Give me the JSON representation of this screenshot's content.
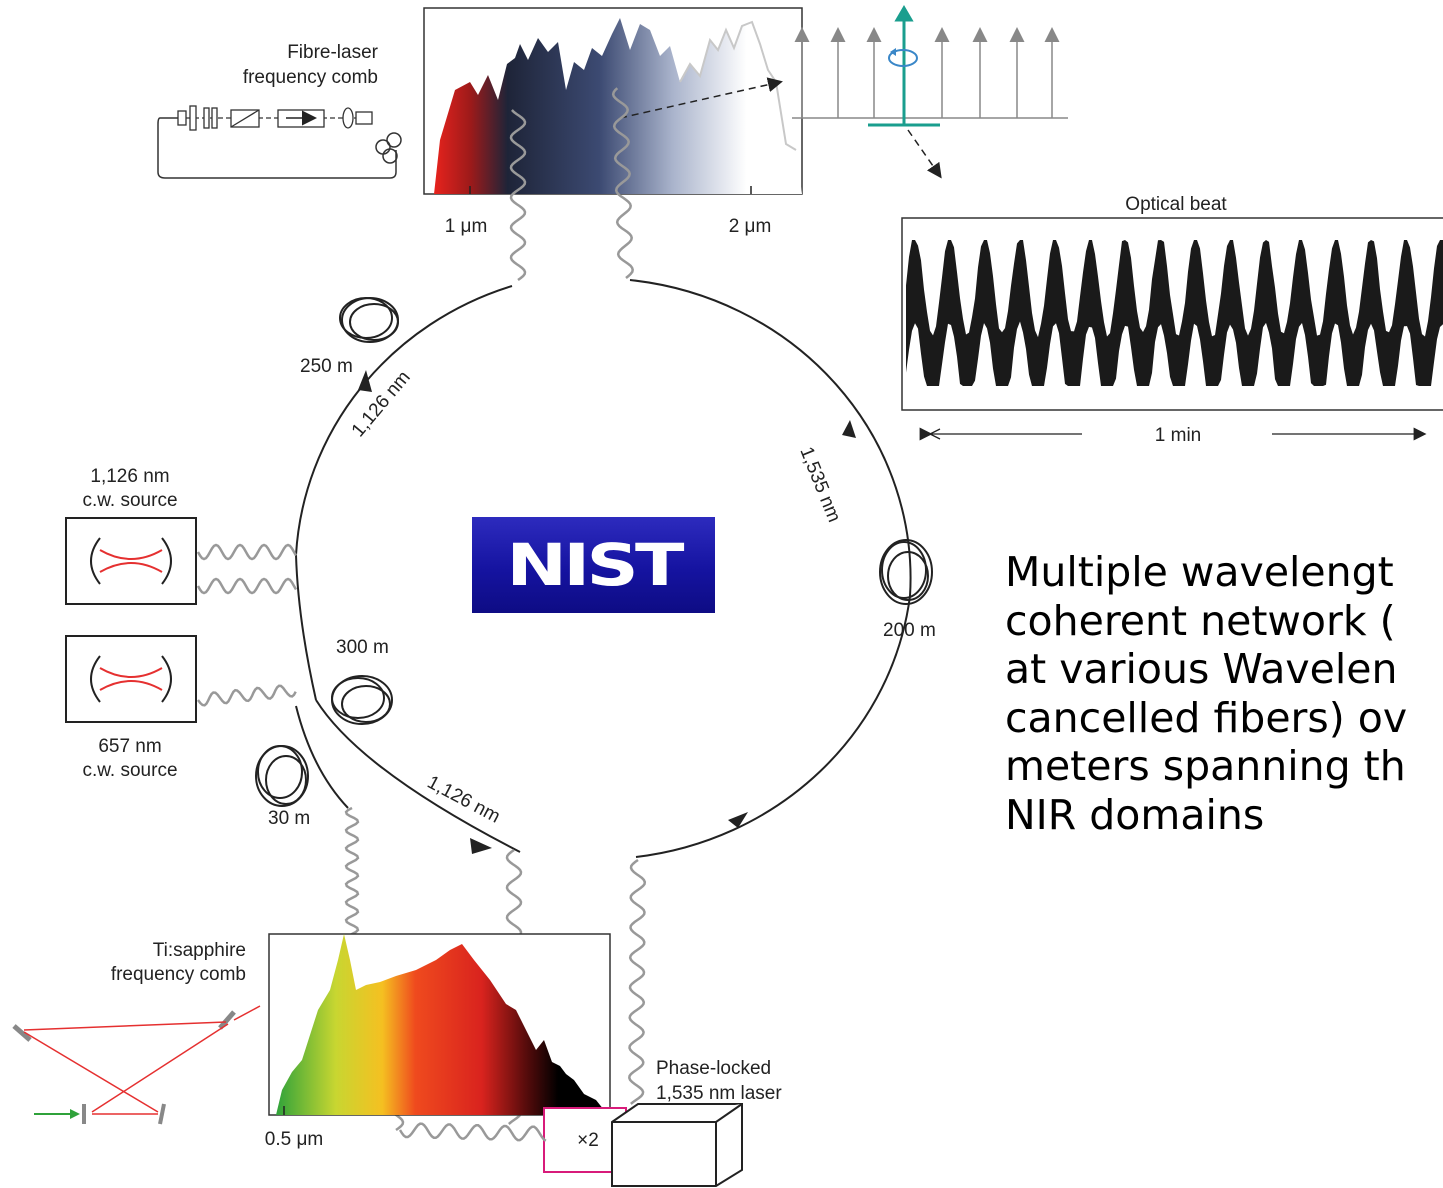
{
  "fibre_comb": {
    "title_line1": "Fibre-laser",
    "title_line2": "frequency comb",
    "tick_1": "1 μm",
    "tick_2": "2 μm"
  },
  "optical_beat": {
    "title": "Optical beat",
    "duration": "1 min"
  },
  "ring": {
    "fibre_250": "250 m",
    "wavelength_1126_top": "1,126 nm",
    "wavelength_1535": "1,535 nm",
    "fibre_200": "200 m",
    "fibre_300": "300 m",
    "wavelength_1126_bottom": "1,126 nm",
    "fibre_30": "30 m"
  },
  "source_1126": {
    "line1": "1,126 nm",
    "line2": "c.w. source"
  },
  "source_657": {
    "line1": "657 nm",
    "line2": "c.w. source"
  },
  "ti_sapphire": {
    "title_line1": "Ti:sapphire",
    "title_line2": "frequency comb",
    "tick": "0.5 μm"
  },
  "phase_locked": {
    "line1": "Phase-locked",
    "line2": "1,535 nm laser",
    "doubler": "×2"
  },
  "logo": {
    "text": "NIST"
  },
  "description": {
    "lines": [
      "Multiple wavelengt",
      "coherent network (",
      "at various Wavelen",
      "cancelled fibers) ov",
      "meters spanning th",
      "NIR domains"
    ]
  },
  "colors": {
    "arrow_teal": "#1a9e8e",
    "ring_arrow_blue": "#3a87c8",
    "doubler_magenta": "#d81b7a",
    "logo_blue": "#1513a0"
  }
}
